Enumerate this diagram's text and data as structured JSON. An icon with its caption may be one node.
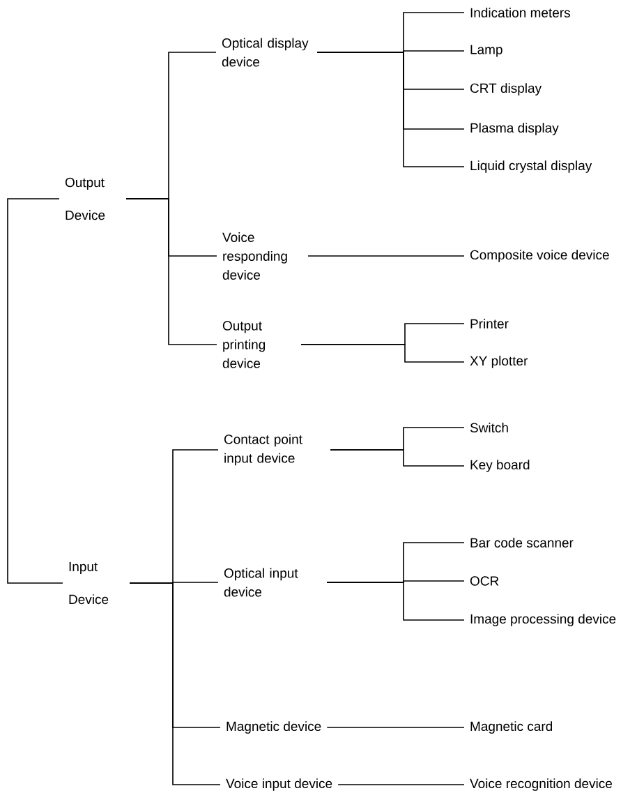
{
  "diagram": {
    "nodes": [
      {
        "text": [
          "Output Device"
        ]
      },
      {
        "text": [
          "Optical display device"
        ]
      },
      {
        "text": [
          "Indication meters"
        ]
      },
      {
        "text": [
          "Lamp"
        ]
      },
      {
        "text": [
          "CRT display"
        ]
      },
      {
        "text": [
          "Plasma display"
        ]
      },
      {
        "text": [
          "Liquid crystal display"
        ]
      },
      {
        "text": [
          "Voice responding device"
        ]
      },
      {
        "text": [
          "Composite voice device"
        ]
      },
      {
        "text": [
          "Output printing device"
        ]
      },
      {
        "text": [
          "Printer"
        ]
      },
      {
        "text": [
          "XY plotter"
        ]
      },
      {
        "text": [
          "Input Device"
        ]
      },
      {
        "text": [
          "Contact point input device"
        ]
      },
      {
        "text": [
          "Switch"
        ]
      },
      {
        "text": [
          "Key board"
        ]
      },
      {
        "text": [
          "Optical input device"
        ]
      },
      {
        "text": [
          "Bar code scanner"
        ]
      },
      {
        "text": [
          "OCR"
        ]
      },
      {
        "text": [
          "Image processing device"
        ]
      },
      {
        "text": [
          "Magnetic device"
        ]
      },
      {
        "text": [
          "Magnetic card"
        ]
      },
      {
        "text": [
          "Voice input device"
        ]
      },
      {
        "text": [
          "Voice recognition device"
        ]
      }
    ],
    "edges": [
      {
        "from": 0,
        "to": 12,
        "arrow": "none"
      },
      {
        "from": 0,
        "to": 1,
        "arrow": "none"
      },
      {
        "from": 0,
        "to": 7,
        "arrow": "none"
      },
      {
        "from": 0,
        "to": 9,
        "arrow": "none"
      },
      {
        "from": 1,
        "to": 2,
        "arrow": "none"
      },
      {
        "from": 1,
        "to": 3,
        "arrow": "none"
      },
      {
        "from": 1,
        "to": 4,
        "arrow": "none"
      },
      {
        "from": 1,
        "to": 5,
        "arrow": "none"
      },
      {
        "from": 1,
        "to": 6,
        "arrow": "none"
      },
      {
        "from": 7,
        "to": 8,
        "arrow": "none"
      },
      {
        "from": 9,
        "to": 10,
        "arrow": "none"
      },
      {
        "from": 9,
        "to": 11,
        "arrow": "none"
      },
      {
        "from": 12,
        "to": 13,
        "arrow": "none"
      },
      {
        "from": 12,
        "to": 16,
        "arrow": "none"
      },
      {
        "from": 12,
        "to": 20,
        "arrow": "none"
      },
      {
        "from": 12,
        "to": 22,
        "arrow": "none"
      },
      {
        "from": 13,
        "to": 14,
        "arrow": "none"
      },
      {
        "from": 13,
        "to": 15,
        "arrow": "none"
      },
      {
        "from": 16,
        "to": 17,
        "arrow": "none"
      },
      {
        "from": 16,
        "to": 18,
        "arrow": "none"
      },
      {
        "from": 16,
        "to": 19,
        "arrow": "none"
      },
      {
        "from": 20,
        "to": 21,
        "arrow": "none"
      },
      {
        "from": 22,
        "to": 23,
        "arrow": "none"
      }
    ]
  }
}
